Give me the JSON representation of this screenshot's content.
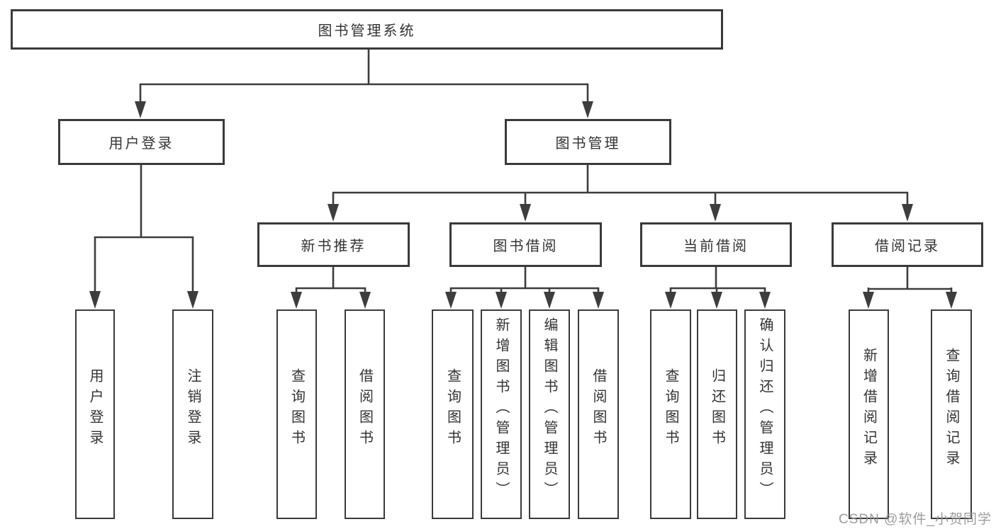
{
  "diagram": {
    "title": "图书管理系统",
    "nodes": {
      "root": "图书管理系统",
      "user_login": "用户登录",
      "book_manage": "图书管理",
      "new_book_recommend": "新书推荐",
      "book_borrow": "图书借阅",
      "current_borrow": "当前借阅",
      "borrow_records": "借阅记录",
      "leaf_user_login": "用户登录",
      "leaf_logout": "注销登录",
      "leaf_query_book_a": "查询图书",
      "leaf_borrow_book_a": "借阅图书",
      "leaf_query_book_b": "查询图书",
      "leaf_add_book": "新增图书（管理员）",
      "leaf_edit_book": "编辑图书（管理员）",
      "leaf_borrow_book_b": "借阅图书",
      "leaf_query_book_c": "查询图书",
      "leaf_return_book": "归还图书",
      "leaf_confirm_return": "确认归还（管理员）",
      "leaf_add_borrow_record": "新增借阅记录",
      "leaf_query_borrow_record": "查询借阅记录"
    },
    "edges": [
      [
        "root",
        "user_login"
      ],
      [
        "root",
        "book_manage"
      ],
      [
        "user_login",
        "leaf_user_login"
      ],
      [
        "user_login",
        "leaf_logout"
      ],
      [
        "book_manage",
        "new_book_recommend"
      ],
      [
        "book_manage",
        "book_borrow"
      ],
      [
        "book_manage",
        "current_borrow"
      ],
      [
        "book_manage",
        "borrow_records"
      ],
      [
        "new_book_recommend",
        "leaf_query_book_a"
      ],
      [
        "new_book_recommend",
        "leaf_borrow_book_a"
      ],
      [
        "book_borrow",
        "leaf_query_book_b"
      ],
      [
        "book_borrow",
        "leaf_add_book"
      ],
      [
        "book_borrow",
        "leaf_edit_book"
      ],
      [
        "book_borrow",
        "leaf_borrow_book_b"
      ],
      [
        "current_borrow",
        "leaf_query_book_c"
      ],
      [
        "current_borrow",
        "leaf_return_book"
      ],
      [
        "current_borrow",
        "leaf_confirm_return"
      ],
      [
        "borrow_records",
        "leaf_add_borrow_record"
      ],
      [
        "borrow_records",
        "leaf_query_borrow_record"
      ]
    ],
    "colors": {
      "line": "#3d3d3d",
      "box_border": "#3a3a3a",
      "text": "#333333",
      "background": "#ffffff",
      "watermark": "#949494"
    },
    "watermark": "CSDN @软件_小贺同学"
  }
}
